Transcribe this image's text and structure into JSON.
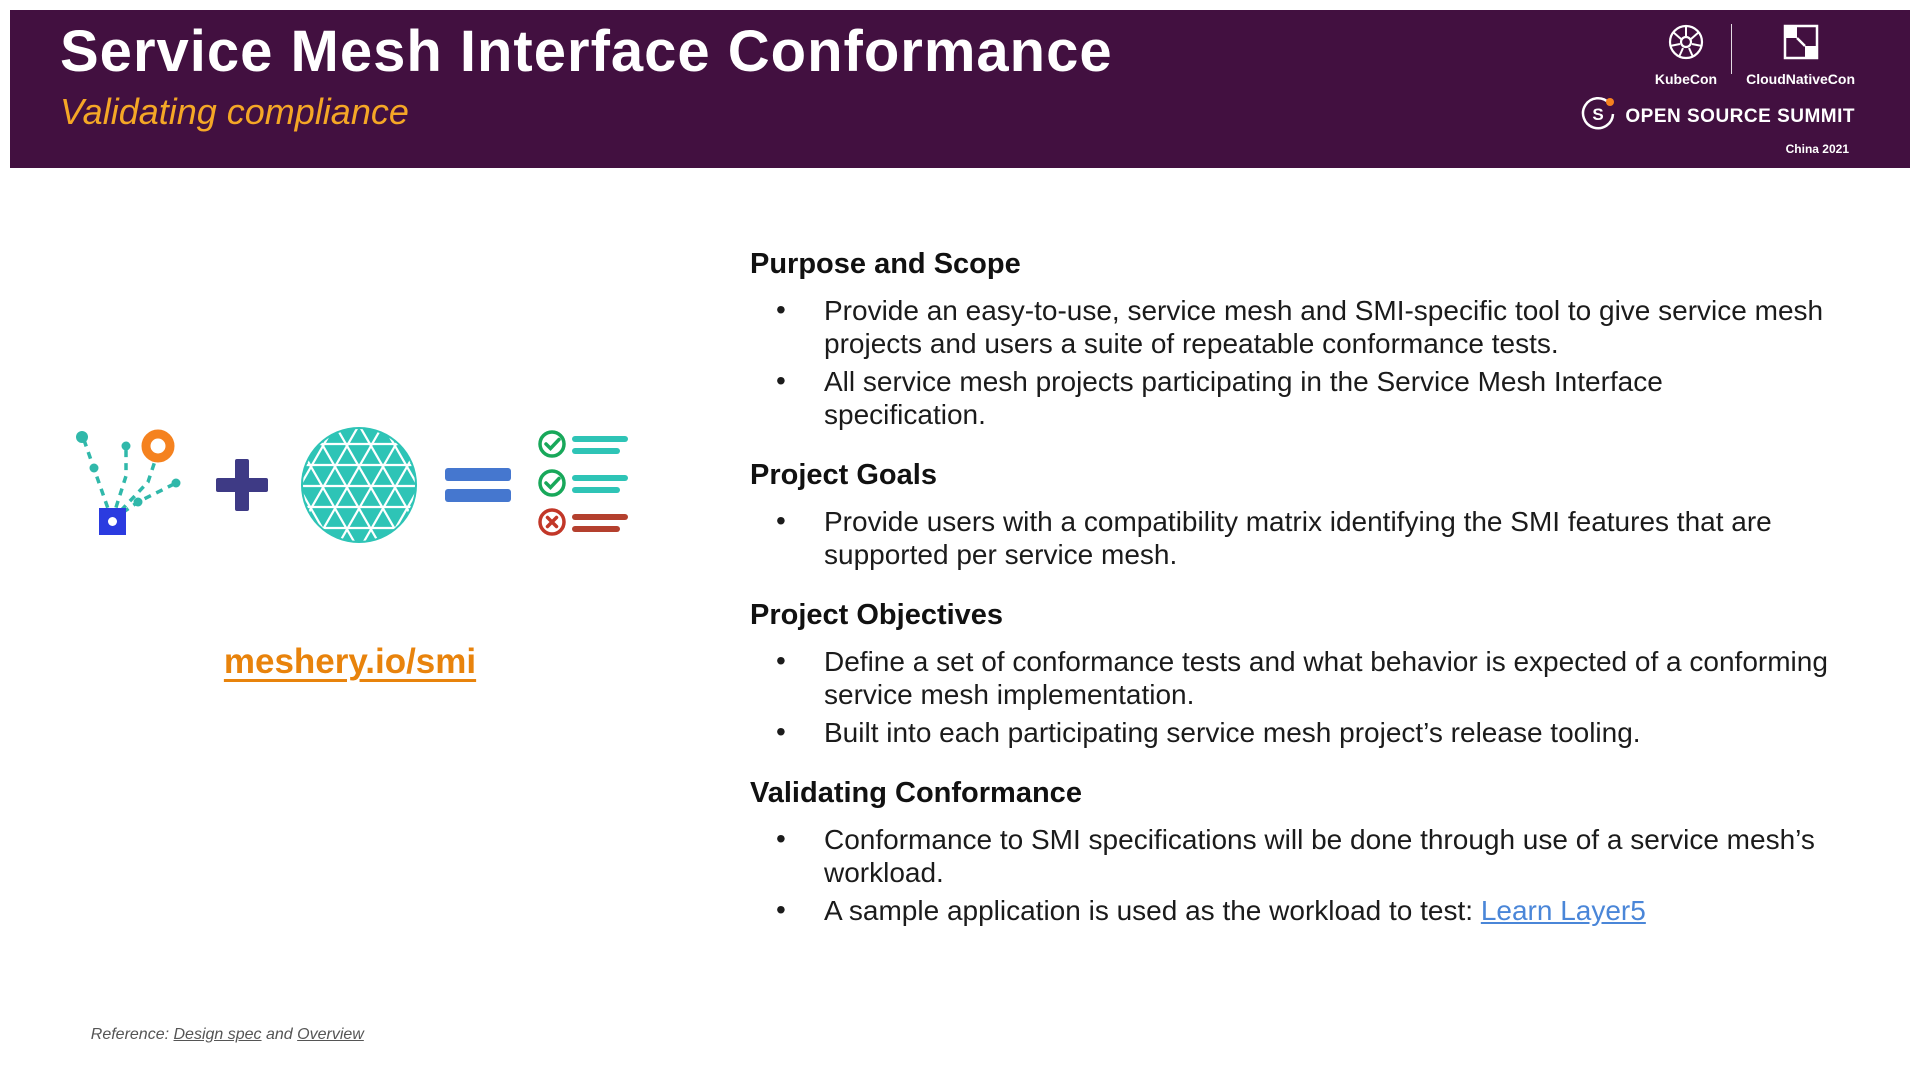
{
  "header": {
    "title": "Service Mesh Interface Conformance",
    "subtitle": "Validating compliance",
    "logos": {
      "kubecon": "KubeCon",
      "cloudnativecon": "CloudNativeCon",
      "summit": "OPEN SOURCE SUMMIT",
      "location": "China 2021"
    }
  },
  "left": {
    "link": "meshery.io/smi"
  },
  "sections": [
    {
      "heading": "Purpose and Scope",
      "bullets": [
        "Provide an easy-to-use, service mesh and SMI-specific tool to give service mesh projects and users a suite of repeatable conformance tests.",
        "All service mesh projects participating in the Service Mesh Interface specification."
      ]
    },
    {
      "heading": "Project Goals",
      "bullets": [
        "Provide users with a compatibility matrix identifying the SMI features that are supported per service mesh."
      ]
    },
    {
      "heading": "Project Objectives",
      "bullets": [
        "Define a set of conformance tests and what behavior is expected of a conforming service mesh implementation.",
        "Built into each participating service mesh project’s release tooling."
      ]
    },
    {
      "heading": "Validating Conformance",
      "bullets": [
        "Conformance to SMI specifications will be done through use of a service mesh’s workload.",
        "A sample application is used as the workload to test: "
      ],
      "link_label": "Learn Layer5"
    }
  ],
  "footer": {
    "prefix": "Reference: ",
    "design_spec": "Design spec",
    "conjunction": " and ",
    "overview": "Overview"
  },
  "icons": {
    "kubecon": "kubernetes-wheel-icon",
    "cloudnativecon": "cncf-blocks-icon",
    "summit": "open-source-summit-s-icon",
    "illustration": [
      "service-mesh-graph-icon",
      "plus-icon",
      "mesh-sphere-icon",
      "equals-icon",
      "conformance-checklist-icon"
    ]
  },
  "colors": {
    "header_bg": "#421040",
    "subtitle_orange": "#f5a726",
    "meshery_orange": "#e8830c",
    "link_blue": "#4a86d8",
    "teal": "#2ec4b6",
    "plus_indigo": "#3e3a85",
    "equals_blue": "#4577cf",
    "check_green": "#18a85a",
    "error_red": "#c23728",
    "node_orange": "#f5821f",
    "node_blue": "#2b3be0"
  }
}
